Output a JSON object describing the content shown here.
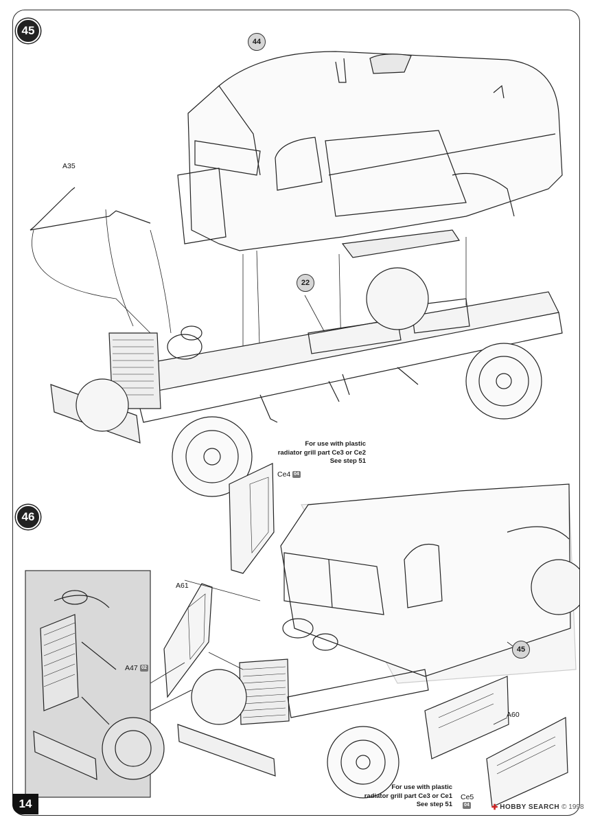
{
  "page_number": "14",
  "steps": [
    {
      "number": "45",
      "callouts": [
        "44",
        "22"
      ],
      "parts": [
        {
          "code": "A35"
        },
        {
          "code": "Ce4",
          "sprue": "04"
        }
      ],
      "note_lines": [
        "For use with plastic",
        "radiator grill part Ce3 or Ce2",
        "See step 51"
      ]
    },
    {
      "number": "46",
      "callouts": [
        "45"
      ],
      "parts": [
        {
          "code": "A61"
        },
        {
          "code": "A47",
          "sprue": "02"
        },
        {
          "code": "A60"
        },
        {
          "code": "Ce5",
          "sprue": "04"
        }
      ],
      "note_lines": [
        "For use with plastic",
        "radiator grill part Ce3 or Ce1",
        "See step 51"
      ]
    }
  ],
  "watermark": {
    "name": "HOBBY SEARCH",
    "sub": "© 1998"
  },
  "colors": {
    "ink": "#1a1a1a",
    "detail_box": "#d9d9d9",
    "callout_fill": "#d6d6d6"
  }
}
